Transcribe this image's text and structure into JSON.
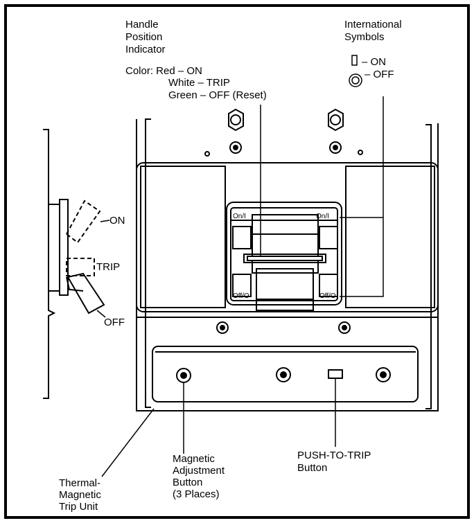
{
  "handle_indicator": {
    "title_lines": [
      "Handle",
      "Position",
      "Indicator"
    ],
    "color_lines": [
      "Color: Red – ON",
      "White – TRIP",
      "Green – OFF (Reset)"
    ]
  },
  "international_symbols": {
    "title_lines": [
      "International",
      "Symbols"
    ],
    "on_label": "– ON",
    "off_label": "– OFF"
  },
  "handle_positions": {
    "on": "ON",
    "trip": "TRIP",
    "off": "OFF"
  },
  "window_labels": {
    "on_left": "On/I",
    "on_right": "On/I",
    "off_left": "Off/O",
    "off_right": "Off/O"
  },
  "callouts": {
    "magnetic_lines": [
      "Magnetic",
      "Adjustment",
      "Button",
      "(3 Places)"
    ],
    "push_lines": [
      "PUSH-TO-TRIP",
      "Button"
    ],
    "thermal_lines": [
      "Thermal-",
      "Magnetic",
      "Trip Unit"
    ]
  }
}
